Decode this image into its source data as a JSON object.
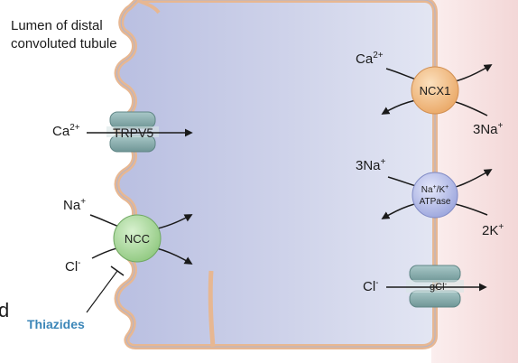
{
  "lumen_label": [
    "Lumen of distal",
    "convoluted tubule"
  ],
  "apical": {
    "trpv5": {
      "ion": "Ca",
      "ion_sup": "2+",
      "channel": "TRPV5"
    },
    "ncc": {
      "label": "NCC",
      "na": "Na",
      "na_sup": "+",
      "cl": "Cl",
      "cl_sup": "-"
    },
    "drug": "Thiazides"
  },
  "basolateral": {
    "ncx1": {
      "label": "NCX1",
      "ca": "Ca",
      "ca_sup": "2+",
      "na": "3Na",
      "na_sup": "+"
    },
    "atpase": {
      "label_main": "Na",
      "label_sup1": "+",
      "label_mid": "/K",
      "label_sup2": "+",
      "label_sub": "ATPase",
      "na": "3Na",
      "na_sup": "+",
      "k": "2K",
      "k_sup": "+"
    },
    "clc": {
      "ion": "Cl",
      "ion_sup": "-",
      "channel_prefix": "g",
      "channel": "Cl",
      "channel_sup": "-"
    }
  },
  "edge_fragment": "d",
  "colors": {
    "cell_fill": "#c9cde6",
    "cell_stroke": "#e6b48c",
    "channel": "#8fb2b2",
    "ncc": "#a6d79a",
    "ncx1": "#f2bf86",
    "atpase": "#b7bfe8",
    "drug": "#3b86b8",
    "interstitium": "#f7e2e2"
  }
}
